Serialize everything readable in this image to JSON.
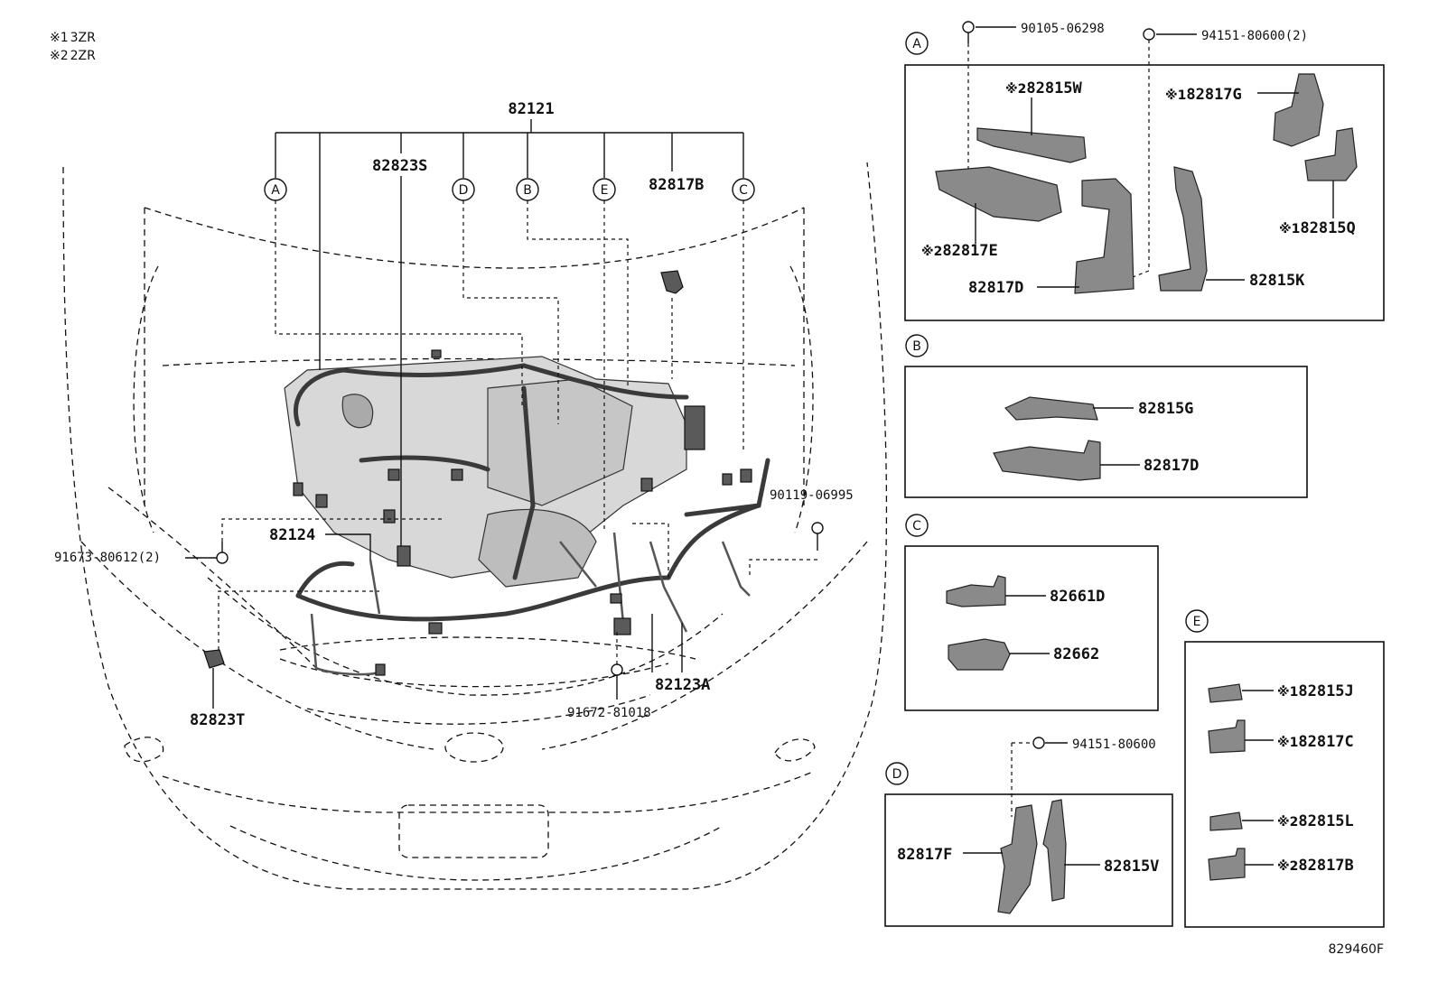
{
  "notes": [
    {
      "mark": "※1",
      "text": "3ZR"
    },
    {
      "mark": "※2",
      "text": "2ZR"
    }
  ],
  "figure_code": "829460F",
  "main": {
    "top_label": "82121",
    "callouts": {
      "A": "A",
      "B": "B",
      "C": "C",
      "D": "D",
      "E": "E"
    },
    "labels": {
      "p82823S": "82823S",
      "p82817B": "82817B",
      "p82124": "82124",
      "p82823T": "82823T",
      "p82123A": "82123A",
      "p91673": "91673-80612(2)",
      "p90119": "90119-06995",
      "p91672": "91672-81018"
    }
  },
  "panel_a": {
    "letter": "A",
    "bolt1": "90105-06298",
    "bolt2": "94151-80600(2)",
    "parts": [
      {
        "mark": "※2",
        "code": "82815W"
      },
      {
        "mark": "※1",
        "code": "82817G"
      },
      {
        "mark": "※1",
        "code": "82815Q"
      },
      {
        "mark": "※2",
        "code": "82817E"
      },
      {
        "mark": "",
        "code": "82817D"
      },
      {
        "mark": "",
        "code": "82815K"
      }
    ]
  },
  "panel_b": {
    "letter": "B",
    "parts": [
      "82815G",
      "82817D"
    ]
  },
  "panel_c": {
    "letter": "C",
    "parts": [
      "82661D",
      "82662"
    ]
  },
  "panel_d": {
    "letter": "D",
    "bolt": "94151-80600",
    "parts": [
      "82817F",
      "82815V"
    ]
  },
  "panel_e": {
    "letter": "E",
    "parts": [
      {
        "mark": "※1",
        "code": "82815J"
      },
      {
        "mark": "※1",
        "code": "82817C"
      },
      {
        "mark": "※2",
        "code": "82815L"
      },
      {
        "mark": "※2",
        "code": "82817B"
      }
    ]
  }
}
